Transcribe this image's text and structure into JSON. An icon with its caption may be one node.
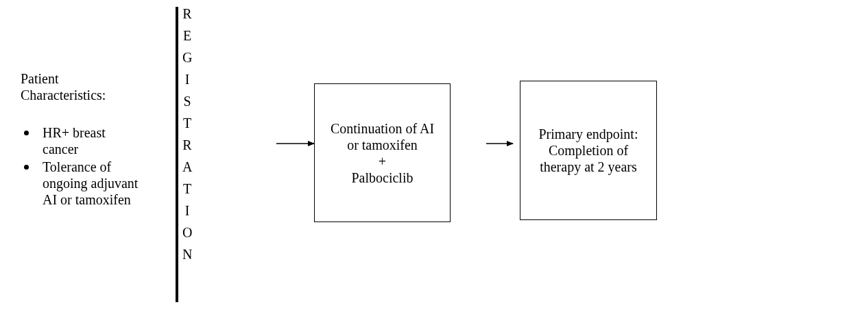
{
  "diagram": {
    "nodes": [
      {
        "text": [
          "REGISTRATION"
        ]
      },
      {
        "text": [
          "Continuation of AI or tamoxifen",
          "+",
          "Palbociclib"
        ]
      },
      {
        "text": [
          "Primary endpoint: Completion of therapy at 2 years"
        ]
      }
    ],
    "edges": [
      {
        "from": null,
        "to": 1,
        "arrow": "to"
      },
      {
        "from": null,
        "to": 2,
        "arrow": "to"
      }
    ],
    "labels": [
      "Patient Characteristics:",
      "HR+ breast cancer",
      "Tolerance of ongoing adjuvant AI or tamoxifen"
    ]
  }
}
